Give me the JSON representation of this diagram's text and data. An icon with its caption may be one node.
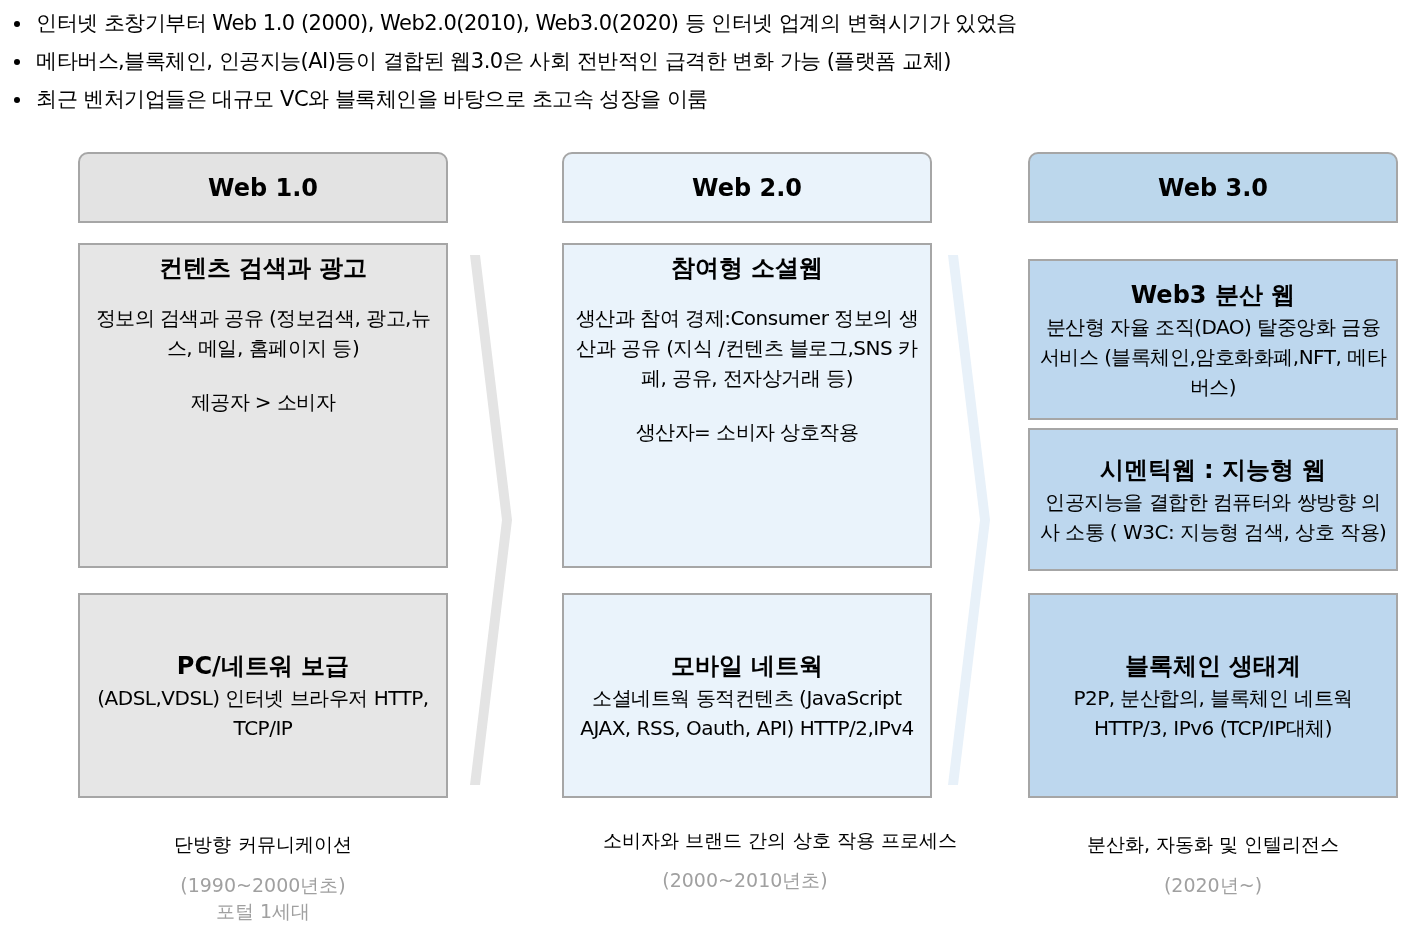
{
  "diagram": {
    "nodes": [
      {
        "text": [
          "Web 1.0"
        ]
      },
      {
        "text": [
          "컨텐츠 검색과 광고",
          "정보의 검색과 공유 (정보검색, 광고,뉴스, 메일, 홈페이지 등)",
          "제공자 > 소비자"
        ]
      },
      {
        "text": [
          "PC/네트워 보급",
          "(ADSL,VDSL) 인터넷 브라우저 HTTP, TCP/IP"
        ]
      },
      {
        "text": [
          "Web 2.0"
        ]
      },
      {
        "text": [
          "참여형 소셜웹",
          "생산과 참여 경제:Consumer 정보의 생산과 공유 (지식 /컨텐츠 블로그,SNS 카페, 공유, 전자상거래 등)",
          "생산자= 소비자 상호작용"
        ]
      },
      {
        "text": [
          "모바일 네트웍",
          "소셜네트웍 동적컨텐츠 (JavaScript AJAX, RSS, Oauth, API) HTTP/2,IPv4"
        ]
      },
      {
        "text": [
          "Web 3.0"
        ]
      },
      {
        "text": [
          "Web3 분산 웹",
          "분산형 자율 조직(DAO) 탈중앙화 금융 서비스 (블록체인,암호화화폐,NFT, 메타버스)"
        ]
      },
      {
        "text": [
          "시멘틱웹 : 지능형 웹",
          "인공지능을 결합한 컴퓨터와 쌍방향 의사 소통 ( W3C: 지능형 검색, 상호 작용)"
        ]
      },
      {
        "text": [
          "블록체인 생태계",
          "P2P, 분산합의, 블록체인 네트웍 HTTP/3, IPv6 (TCP/IP대체)"
        ]
      }
    ],
    "labels": [
      "인터넷 초창기부터 Web 1.0 (2000), Web2.0(2010), Web3.0(2020) 등 인터넷 업계의 변혁시기가 있었음",
      "메타버스,블록체인, 인공지능(AI)등이 결합된 웹3.0은 사회 전반적인 급격한 변화 가능 (플랫폼 교체)",
      "최근 벤처기업들은 대규모 VC와 블록체인을 바탕으로 초고속 성장을 이룸",
      "단방향 커뮤니케이션",
      "(1990~2000년초)",
      "포털 1세대",
      "소비자와 브랜드 간의 상호 작용 프로세스",
      "(2000~2010년초)",
      "분산화, 자동화 및 인텔리전스",
      "(2020년~)"
    ]
  }
}
